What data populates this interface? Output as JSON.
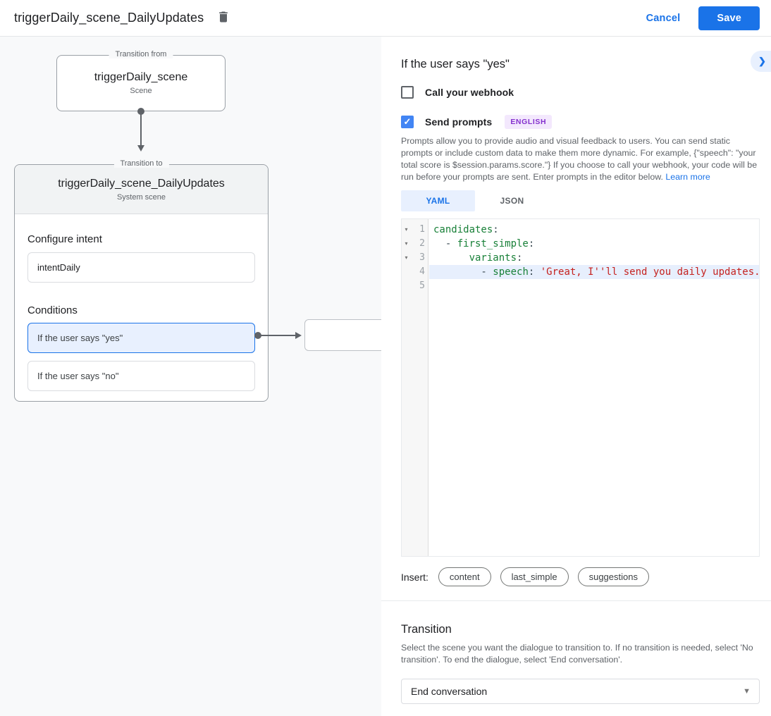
{
  "header": {
    "title": "triggerDaily_scene_DailyUpdates",
    "cancel_label": "Cancel",
    "save_label": "Save"
  },
  "diagram": {
    "from_box": {
      "legend": "Transition from",
      "title": "triggerDaily_scene",
      "subtitle": "Scene"
    },
    "to_card": {
      "legend": "Transition to",
      "title": "triggerDaily_scene_DailyUpdates",
      "subtitle": "System scene",
      "configure_intent_label": "Configure intent",
      "intent_name": "intentDaily",
      "conditions_label": "Conditions",
      "conditions": [
        {
          "label": "If the user says \"yes\"",
          "selected": true
        },
        {
          "label": "If the user says \"no\"",
          "selected": false
        }
      ]
    }
  },
  "panel": {
    "title": "If the user says \"yes\"",
    "webhook_checkbox_label": "Call your webhook",
    "prompts_checkbox_label": "Send prompts",
    "language_badge": "ENGLISH",
    "description": "Prompts allow you to provide audio and visual feedback to users. You can send static prompts or include custom data to make them more dynamic. For example, {\"speech\": \"your total score is $session.params.score.\"} If you choose to call your webhook, your code will be run before your prompts are sent. Enter prompts in the editor below.",
    "learn_more_label": "Learn more",
    "tabs": [
      {
        "label": "YAML",
        "active": true
      },
      {
        "label": "JSON",
        "active": false
      }
    ],
    "editor": {
      "lines": [
        {
          "number": "1",
          "pre": "",
          "key": "candidates",
          "mid": ":",
          "str": ""
        },
        {
          "number": "2",
          "pre": "  - ",
          "key": "first_simple",
          "mid": ":",
          "str": ""
        },
        {
          "number": "3",
          "pre": "      ",
          "key": "variants",
          "mid": ":",
          "str": ""
        },
        {
          "number": "4",
          "pre": "        - ",
          "key": "speech",
          "mid": ": ",
          "str": "'Great, I''ll send you daily updates."
        },
        {
          "number": "5",
          "pre": "",
          "key": "",
          "mid": "",
          "str": ""
        }
      ]
    },
    "insert_label": "Insert:",
    "insert_chips": [
      "content",
      "last_simple",
      "suggestions"
    ],
    "transition": {
      "title": "Transition",
      "description": "Select the scene you want the dialogue to transition to. If no transition is needed, select 'No transition'. To end the dialogue, select 'End conversation'.",
      "selected_value": "End conversation"
    }
  },
  "icons": {
    "check": "✓",
    "fold": "▾",
    "chevron_right": "❯",
    "caret_down": "▼"
  },
  "colors": {
    "accent_blue": "#1a73e8",
    "selection_blue_bg": "#e8f0fe",
    "canvas_gray": "#f8f9fa",
    "badge_bg": "#f3e8fd",
    "badge_text": "#8430ce",
    "yaml_key_green": "#188038",
    "yaml_string_red": "#c5221f"
  }
}
